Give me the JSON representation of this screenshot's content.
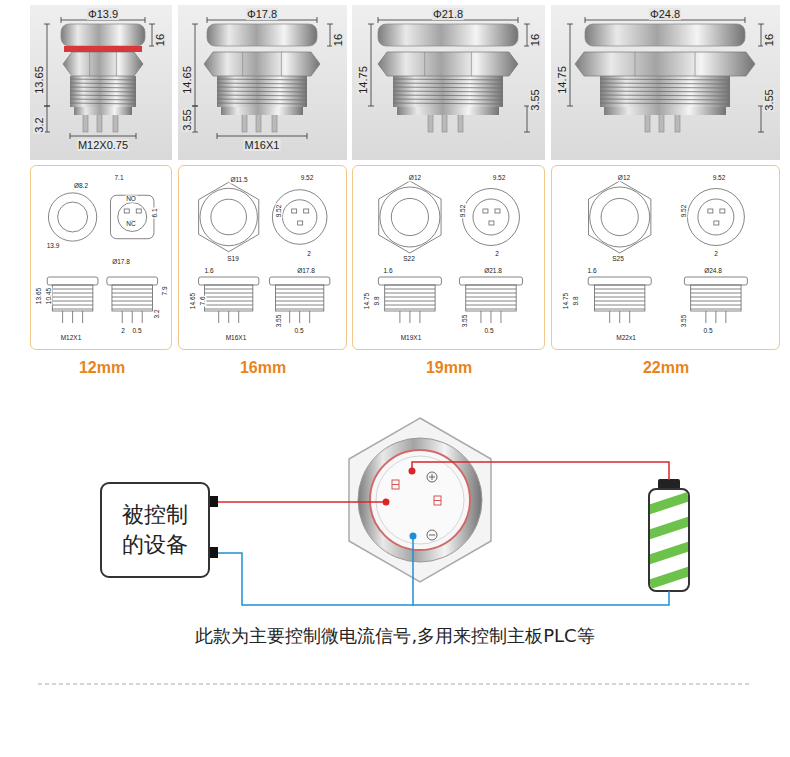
{
  "diagram": {
    "caption": "此款为主要控制微电流信号,多用来控制主板PLC等",
    "nodes": [
      {
        "text": [
          "Φ13.9",
          "16",
          "13.65",
          "3.2",
          "M12X0.75"
        ]
      },
      {
        "text": [
          "Φ17.8",
          "16",
          "14.65",
          "3.55",
          "M16X1"
        ]
      },
      {
        "text": [
          "Φ21.8",
          "16",
          "14.75",
          "3.55"
        ]
      },
      {
        "text": [
          "Φ24.8",
          "16",
          "14.75",
          "3.55"
        ]
      },
      {
        "text": [
          "12mm",
          "Ø8.2",
          "7.1",
          "NO",
          "NC",
          "6.1",
          "13.9",
          "Ø17.8",
          "13.65",
          "10.45",
          "7.9",
          "3.2",
          "2",
          "0.5",
          "M12X1"
        ]
      },
      {
        "text": [
          "16mm",
          "Ø11.5",
          "9.52",
          "9.52",
          "S19",
          "2",
          "1.6",
          "Ø17.8",
          "14.65",
          "7.6",
          "M16X1",
          "3.55",
          "0.5"
        ]
      },
      {
        "text": [
          "19mm",
          "Ø12",
          "9.52",
          "9.52",
          "S22",
          "2",
          "1.6",
          "Ø21.8",
          "14.75",
          "9.8",
          "M19X1",
          "3.55",
          "0.5"
        ]
      },
      {
        "text": [
          "22mm",
          "Ø12",
          "9.52",
          "9.52",
          "S25",
          "2",
          "1.6",
          "Ø24.8",
          "14.75",
          "9.8",
          "M22x1",
          "3.55",
          "0.5"
        ]
      },
      {
        "text": [
          "被控制 的设备"
        ]
      }
    ]
  }
}
